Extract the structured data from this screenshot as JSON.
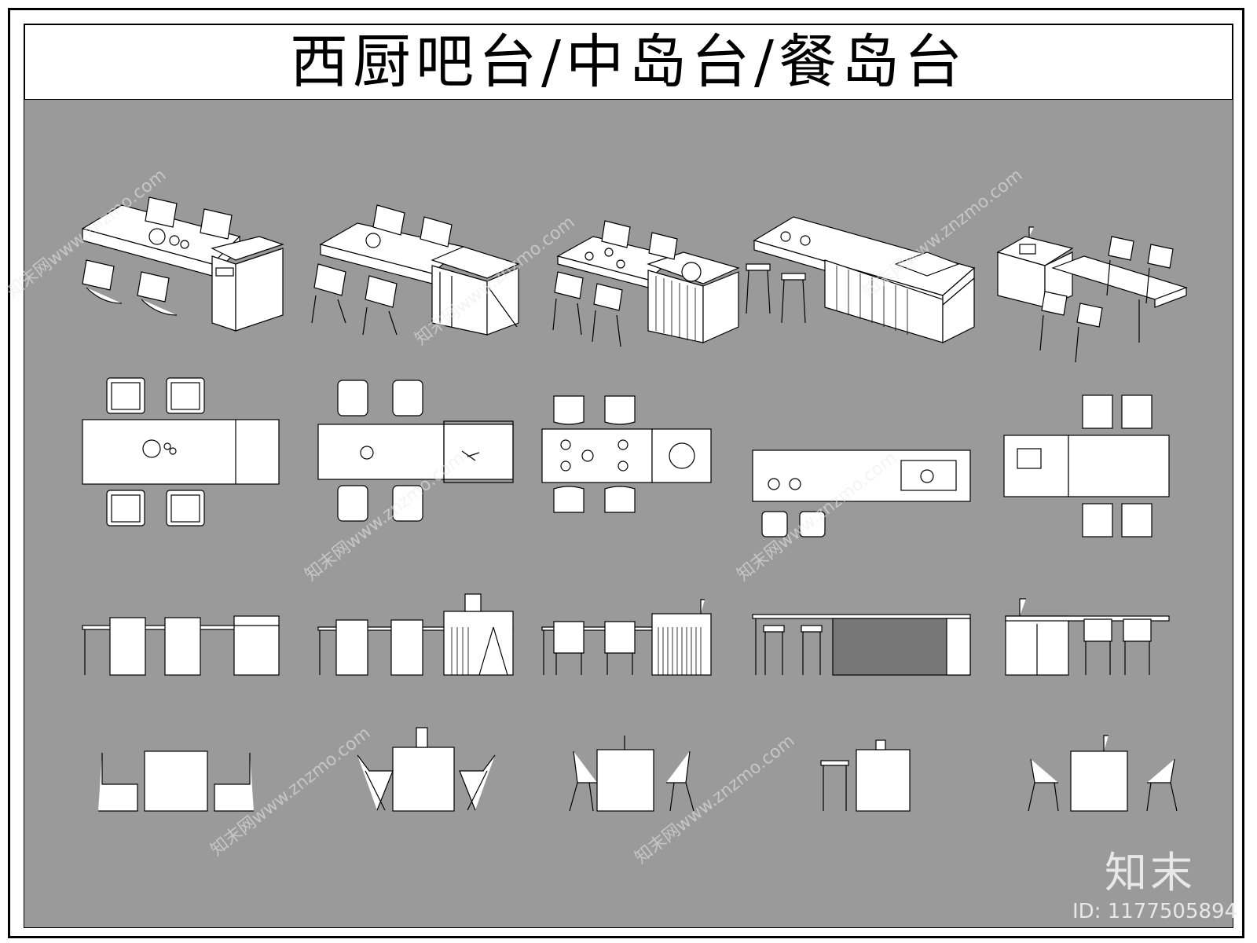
{
  "title": "西厨吧台/中岛台/餐岛台",
  "watermark": {
    "brand": "知末",
    "id_text": "ID: 1177505894",
    "diagonal_text": "知末网www.znzmo.com"
  },
  "colors": {
    "background": "#9a9a9a",
    "line": "#000000",
    "fill": "#ffffff",
    "frame": "#000000"
  },
  "rows": [
    "isometric",
    "plan",
    "front-elevation",
    "side-elevation"
  ],
  "sets": [
    "bar-with-cantilever-chairs",
    "island-with-folding-chairs",
    "dining-island-with-round-cooktop",
    "kitchen-island-with-stools",
    "sink-island-with-dining-table"
  ]
}
